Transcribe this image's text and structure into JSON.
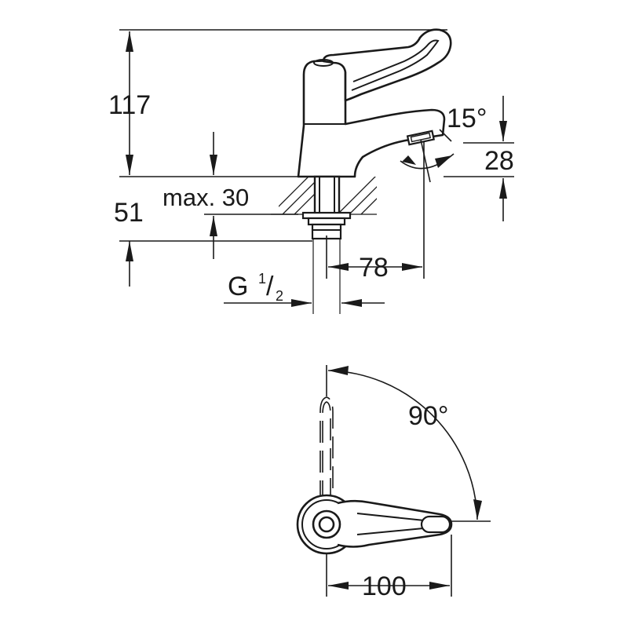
{
  "dimensions": {
    "height_total": "117",
    "height_base": "51",
    "max_thickness": "max. 30",
    "spout_reach": "78",
    "spout_height": "28",
    "spout_angle": "15°",
    "thread_main": "G",
    "thread_num": "1",
    "thread_sep": "/",
    "thread_den": "2",
    "lever_rotation": "90°",
    "lever_length": "100"
  }
}
